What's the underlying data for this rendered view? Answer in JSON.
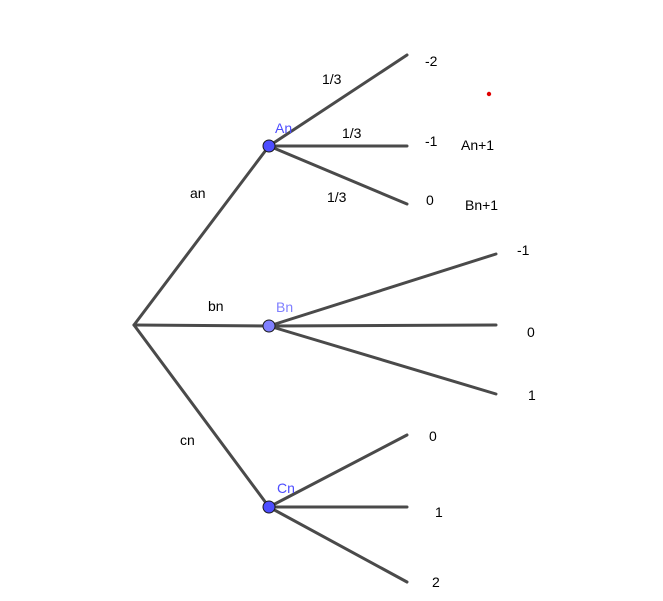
{
  "colors": {
    "edge": "#4a4a4a",
    "node_dark": "#4d4dff",
    "node_light": "#8080ff",
    "marker": "#e00000"
  },
  "root_edges": [
    {
      "node": "An",
      "label": "an",
      "color_key": "node_dark"
    },
    {
      "node": "Bn",
      "label": "bn",
      "color_key": "node_light"
    },
    {
      "node": "Cn",
      "label": "cn",
      "color_key": "node_dark"
    }
  ],
  "branches": {
    "An": {
      "outcomes": [
        "-2",
        "-1",
        "0"
      ],
      "probabilities": [
        "1/3",
        "1/3",
        "1/3"
      ]
    },
    "Bn": {
      "outcomes": [
        "-1",
        "0",
        "1"
      ]
    },
    "Cn": {
      "outcomes": [
        "0",
        "1",
        "2"
      ]
    }
  },
  "side_notes": [
    "An+1",
    "Bn+1"
  ]
}
